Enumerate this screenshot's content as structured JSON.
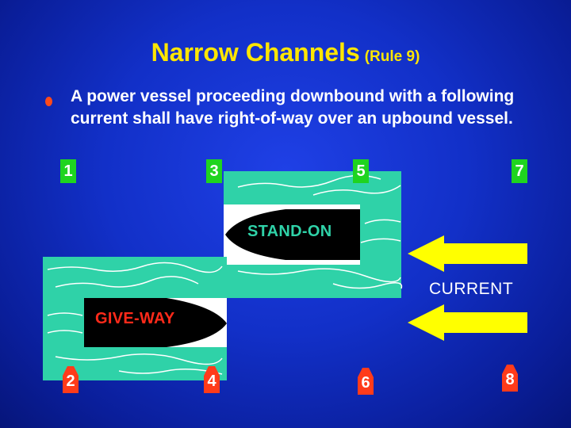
{
  "slide": {
    "title": "Narrow Channels",
    "subtitle": "(Rule 9)",
    "bullet": "A power vessel proceeding downbound with a following current shall have right-of-way over an upbound vessel."
  },
  "diagram": {
    "stand_on_label": "STAND-ON",
    "give_way_label": "GIVE-WAY",
    "current_label": "CURRENT",
    "green_markers": [
      "1",
      "3",
      "5",
      "7"
    ],
    "red_markers": [
      "2",
      "4",
      "6",
      "8"
    ]
  },
  "colors": {
    "background": "#1230c8",
    "title": "#ffe600",
    "water": "#2fd2a8",
    "green_marker": "#1fd41f",
    "red_marker": "#ff3b1a",
    "arrow": "#ffff00"
  }
}
